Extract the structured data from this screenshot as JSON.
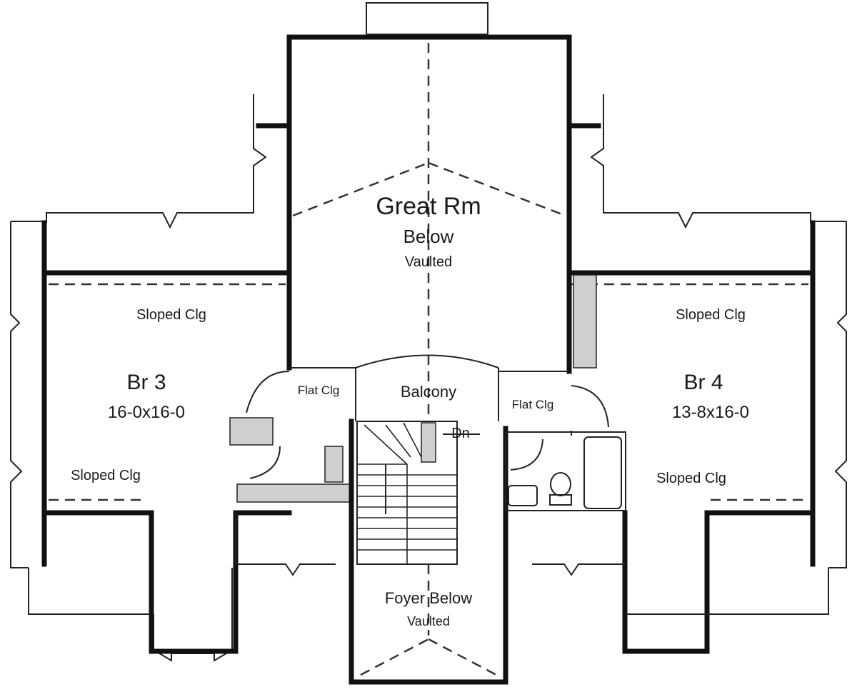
{
  "plan": {
    "great_room": {
      "name": "Great Rm",
      "line2": "Below",
      "line3": "Vaulted"
    },
    "bedroom_3": {
      "name": "Br 3",
      "size": "16-0x16-0",
      "ceiling_top": "Sloped Clg",
      "ceiling_bottom": "Sloped Clg"
    },
    "bedroom_4": {
      "name": "Br 4",
      "size": "13-8x16-0",
      "ceiling_top": "Sloped Clg",
      "ceiling_bottom": "Sloped Clg"
    },
    "balcony": {
      "name": "Balcony"
    },
    "stairs": {
      "label": "Dn"
    },
    "flat_ceiling_left": "Flat Clg",
    "flat_ceiling_right": "Flat Clg",
    "foyer": {
      "name": "Foyer Below",
      "note": "Vaulted"
    }
  }
}
